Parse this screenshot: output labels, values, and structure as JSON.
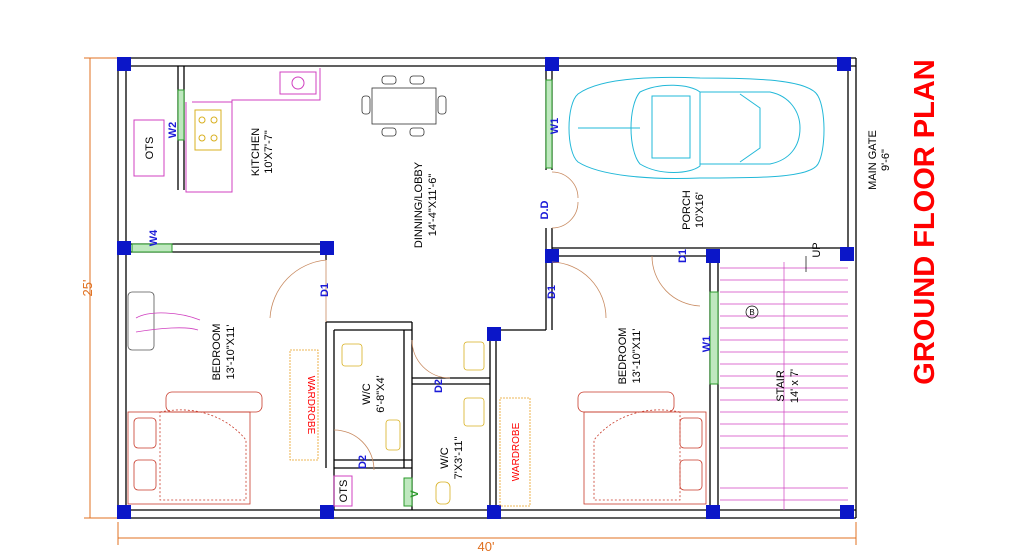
{
  "title": "GROUND FLOOR PLAN",
  "dimensions": {
    "width": "40'",
    "depth": "25'"
  },
  "rooms": {
    "kitchen": {
      "name": "KITCHEN",
      "size": "10'X7'-7\""
    },
    "dining": {
      "name": "DINNING/LOBBY",
      "size": "14'-4\"X11'-6\""
    },
    "porch": {
      "name": "PORCH",
      "size": "10'X16'"
    },
    "main_gate": {
      "name": "MAIN GATE",
      "size": "9'-6\""
    },
    "bedroom_left": {
      "name": "BEDROOM",
      "size": "13'-10\"X11'"
    },
    "bedroom_right": {
      "name": "BEDROOM",
      "size": "13'-10\"X11'"
    },
    "wc_left": {
      "name": "W/C",
      "size": "6'-8\"X4'"
    },
    "wc_right": {
      "name": "W/C",
      "size": "7'X3'-11\""
    },
    "stair": {
      "name": "STAIR",
      "size": "14' x 7'",
      "direction": "UP",
      "marker": "B"
    }
  },
  "labels": {
    "ots_top": "OTS",
    "ots_bottom": "OTS",
    "wardrobe_left": "WARDROBE",
    "wardrobe_right": "WARDROBE",
    "w1_porch": "W1",
    "w1_bedroom": "W1",
    "w2": "W2",
    "w4": "W4",
    "dd": "D.D",
    "d1_left": "D1",
    "d1_mid": "D1",
    "d1_right": "D1",
    "d2_top": "D2",
    "d2_bottom": "D2",
    "v": "V"
  },
  "colors": {
    "wall": "#000000",
    "column": "#0b16c8",
    "window": "#2a9a2a",
    "furniture_magenta": "#d040c0",
    "furniture_red": "#c83a2a",
    "car": "#22b8d8",
    "title": "#ff0000",
    "dimension": "#e07020"
  }
}
